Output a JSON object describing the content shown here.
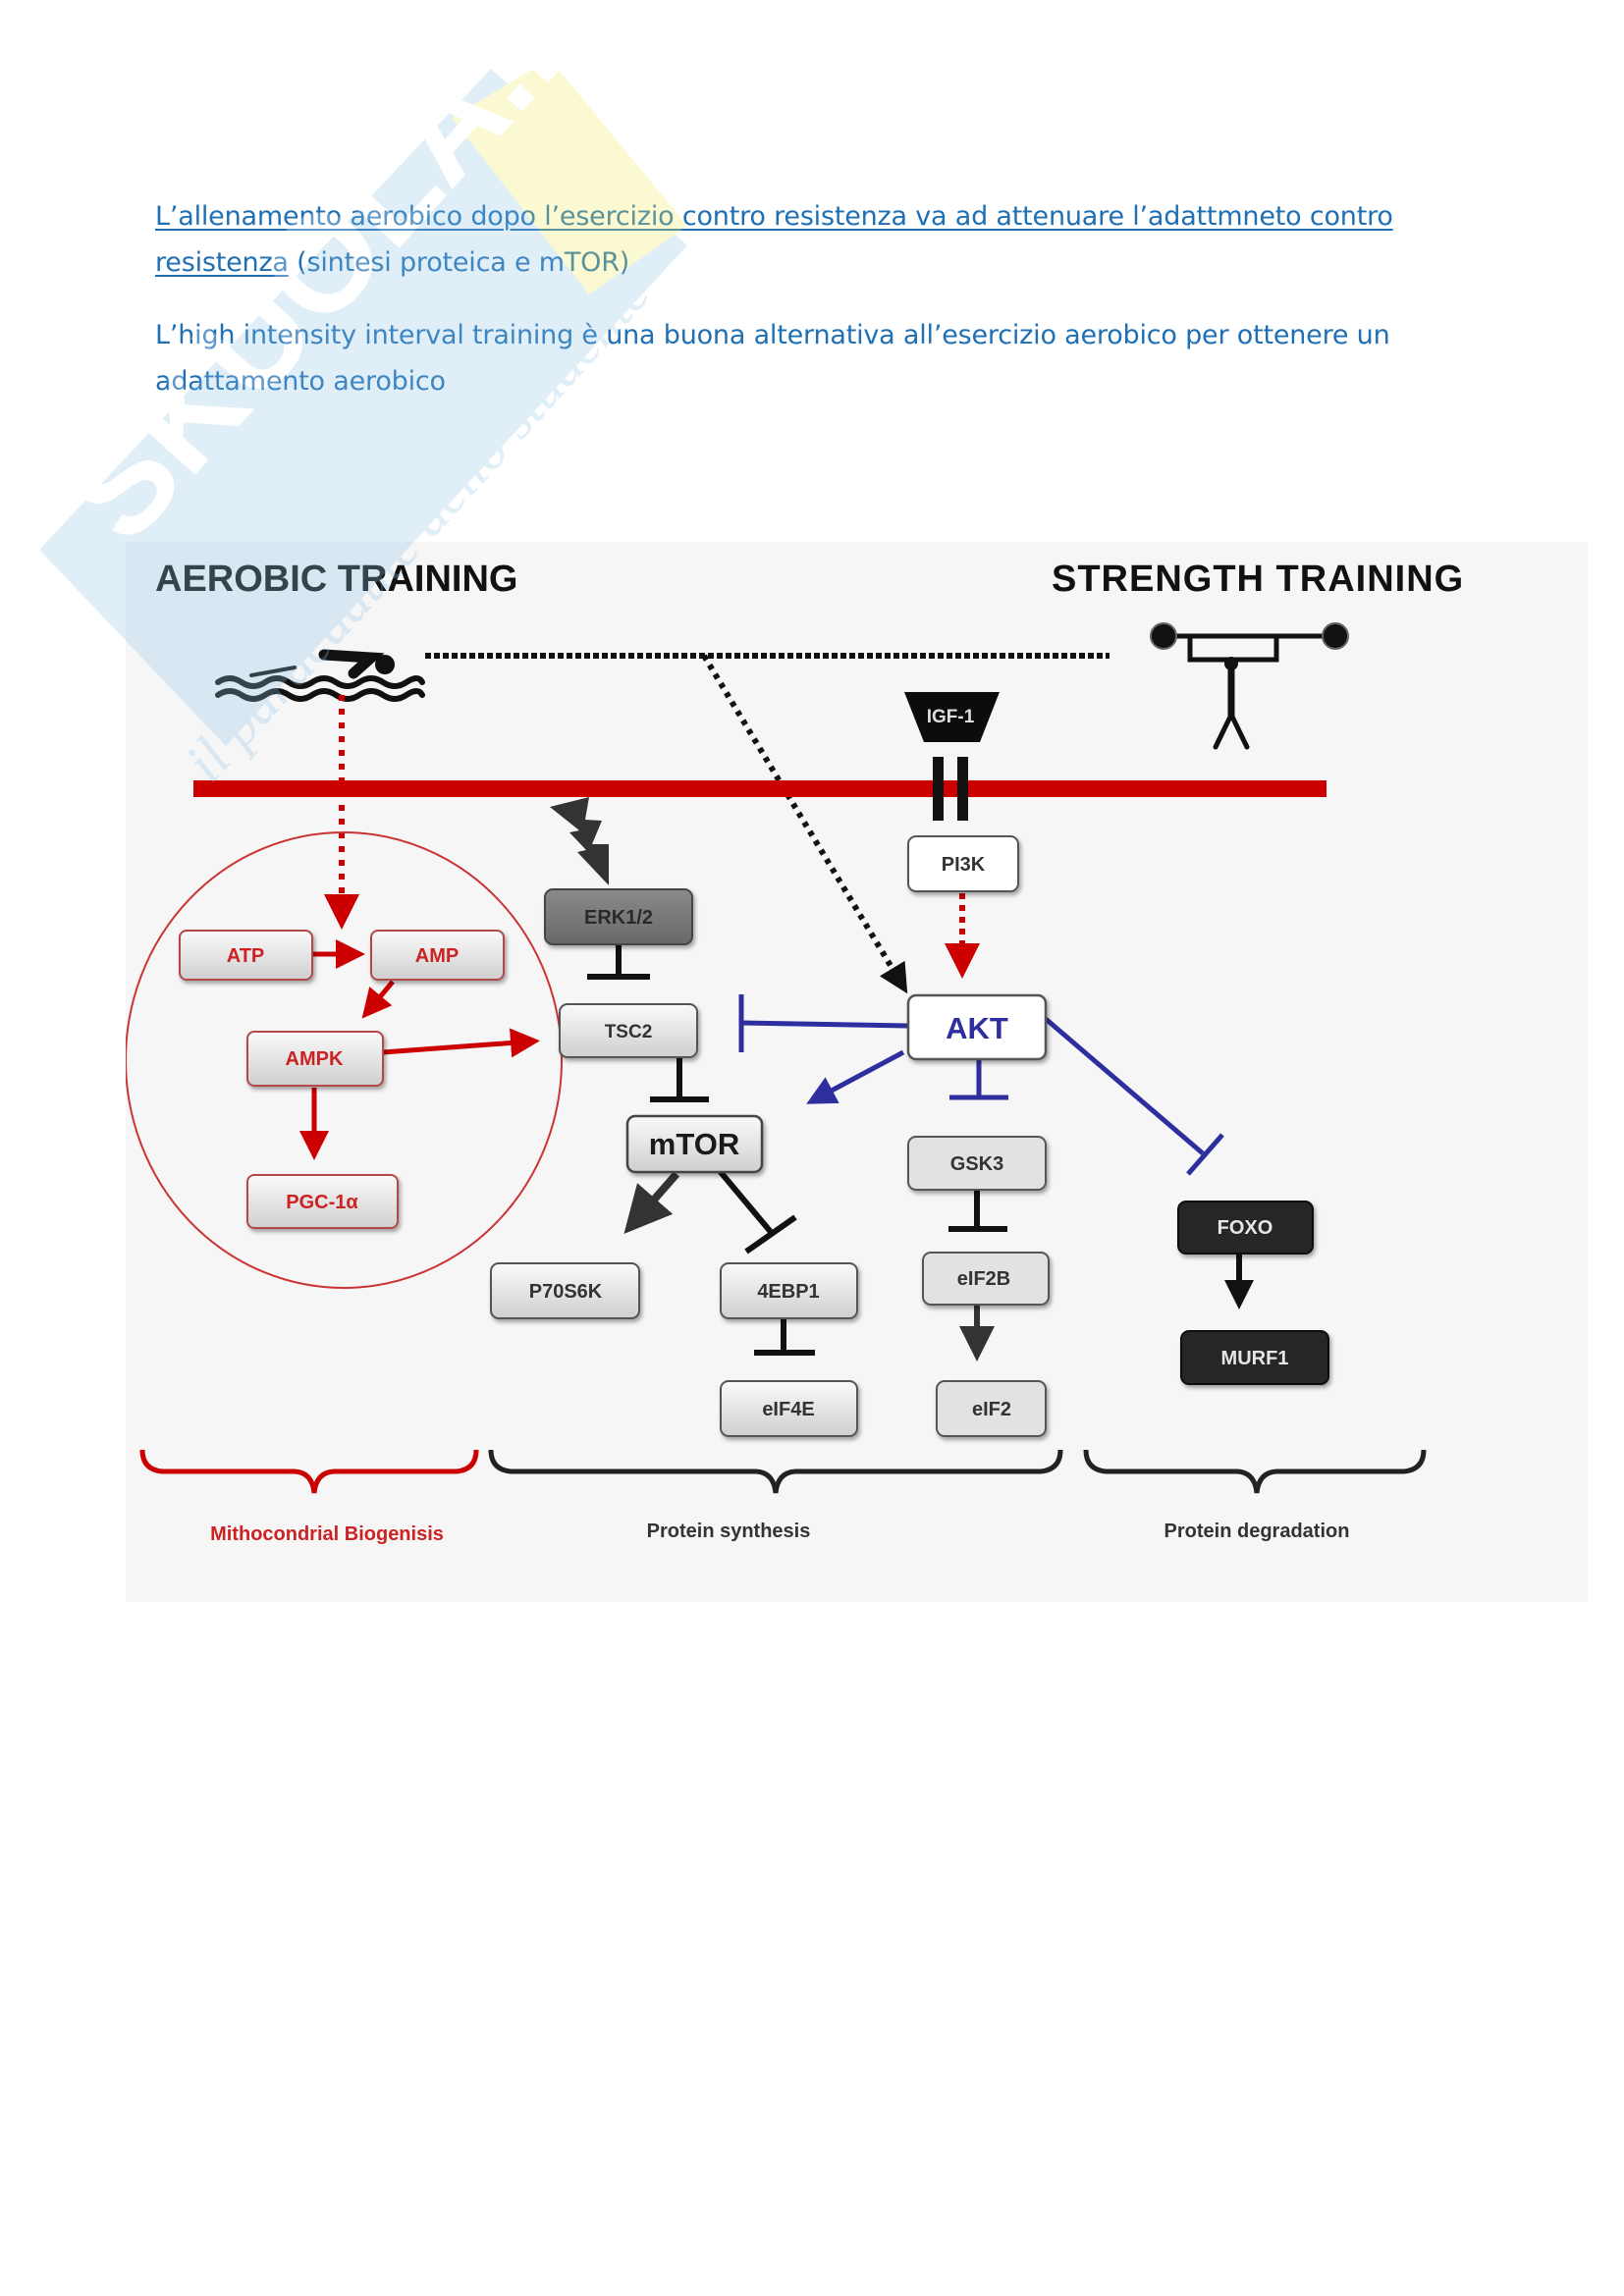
{
  "document": {
    "paragraphs": [
      {
        "underlined": "L’allenamento aerobico dopo l’esercizio contro resistenza va ad attenuare l’adattmneto contro resistenza",
        "rest": " (sintesi proteica e mTOR)"
      },
      {
        "text": "L’high intensity interval training è una buona alternativa all’esercizio aerobico per ottenere un adattamento aerobico"
      }
    ]
  },
  "watermark": {
    "brand": "SKUOLA.net",
    "tagline": "il paracadute dello studente"
  },
  "diagram": {
    "headings": {
      "aerobic": "AEROBIC TRAINING",
      "strength": "STRENGTH TRAINING"
    },
    "icons": {
      "aerobic": "swimmer-icon",
      "strength": "weightlifter-icon",
      "stimulus": "lightning-icon",
      "ligand": "igf-1-ligand-icon",
      "receptor": "receptor-icon"
    },
    "nodes": {
      "igf1": "IGF-1",
      "pi3k": "PI3K",
      "akt": "AKT",
      "atp": "ATP",
      "amp": "AMP",
      "ampk": "AMPK",
      "pgc1a": "PGC-1α",
      "erk": "ERK1/2",
      "tsc2": "TSC2",
      "mtor": "mTOR",
      "p70s6k": "P70S6K",
      "4ebp1": "4EBP1",
      "eif4e": "eIF4E",
      "gsk3": "GSK3",
      "eif2b": "eIF2B",
      "eif2": "eIF2",
      "foxo": "FOXO",
      "murf1": "MURF1"
    },
    "groups": {
      "mito": "Mithocondrial Biogenisis",
      "synthesis": "Protein synthesis",
      "degradation": "Protein degradation"
    },
    "colors": {
      "red": "#cc0000",
      "blue": "#2e2e9e",
      "dark": "#222222",
      "page_text": "#1f6fb4"
    }
  }
}
